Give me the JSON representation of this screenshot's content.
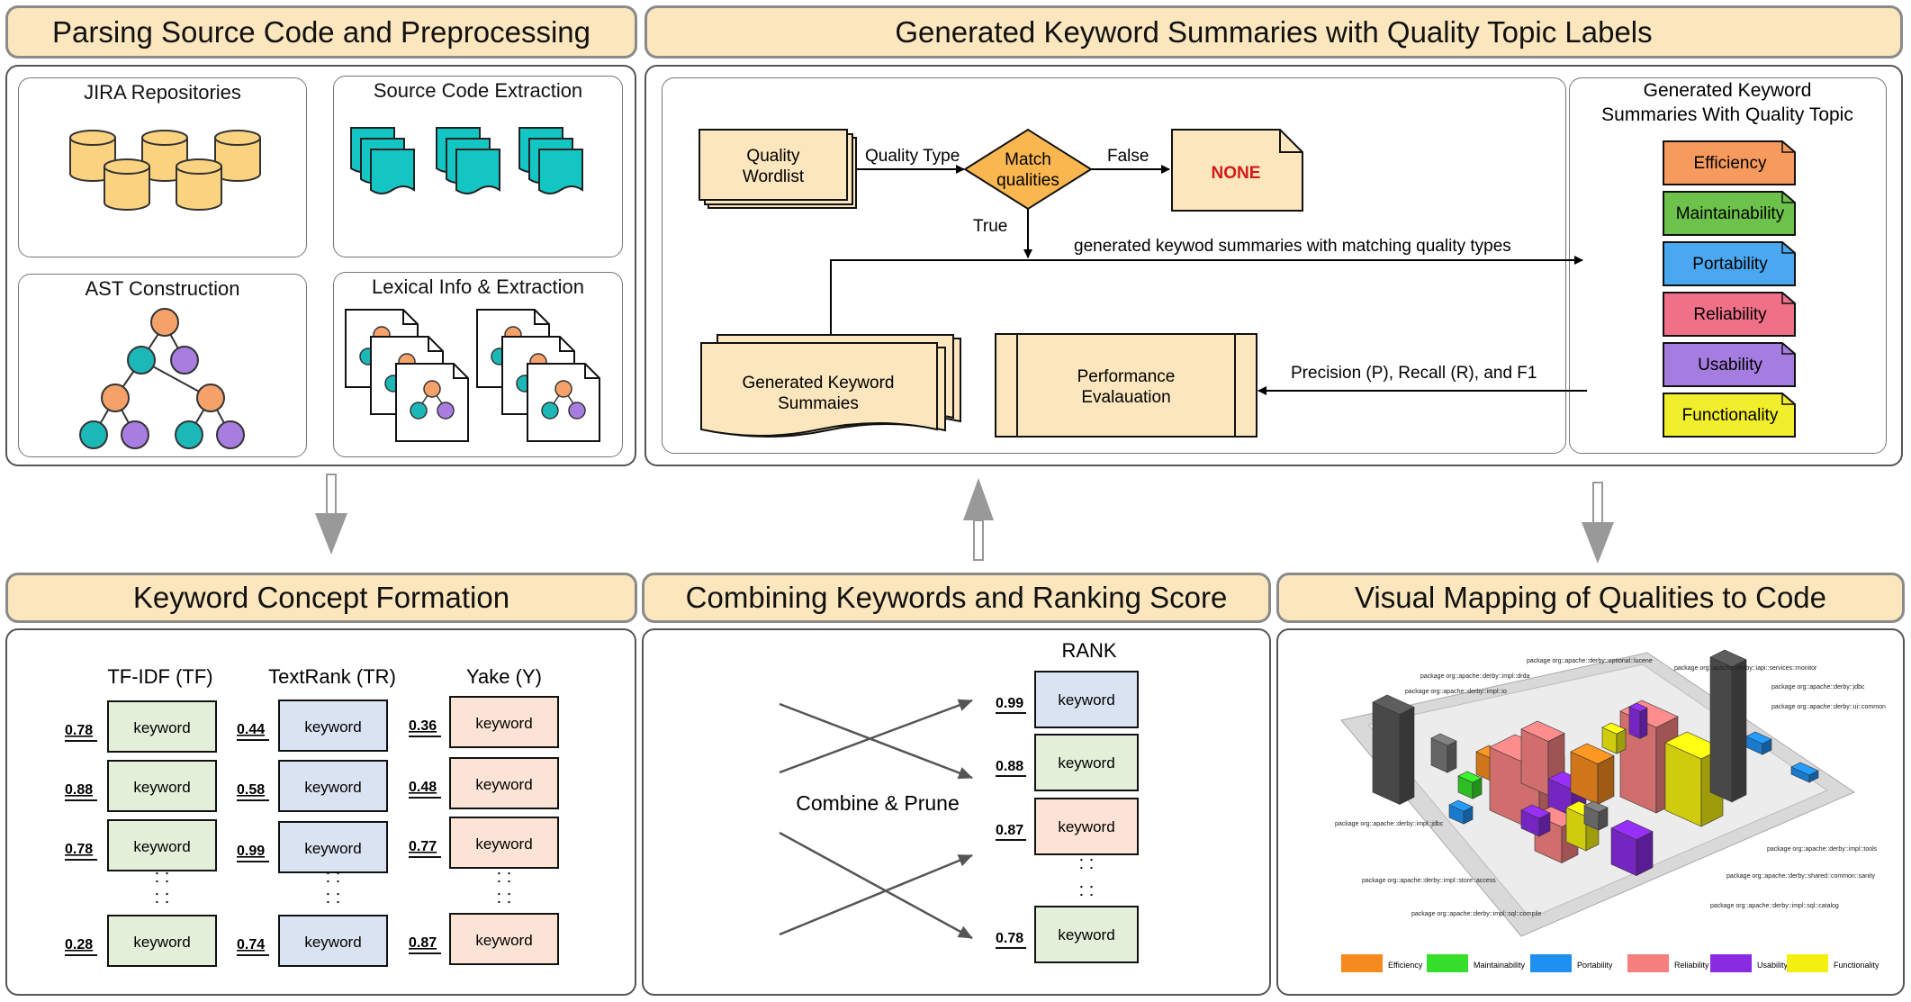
{
  "headers": {
    "parsing": "Parsing Source Code and Preprocessing",
    "generated": "Generated Keyword Summaries with Quality Topic Labels",
    "keyword_formation": "Keyword Concept Formation",
    "combining": "Combining Keywords and Ranking Score",
    "visual_mapping": "Visual Mapping of Qualities to Code"
  },
  "parsing": {
    "jira": "JIRA Repositories",
    "source_extraction": "Source Code Extraction",
    "ast": "AST Construction",
    "lexical": "Lexical Info & Extraction"
  },
  "flow": {
    "wordlist": [
      "Quality",
      "Wordlist"
    ],
    "quality_type": "Quality Type",
    "match": [
      "Match",
      "qualities"
    ],
    "false_label": "False",
    "true_label": "True",
    "none": "NONE",
    "matching_arrow": "generated keywod summaries with matching quality types",
    "summaries": [
      "Generated Keyword",
      "Summaies"
    ],
    "performance": [
      "Performance",
      "Evalauation"
    ],
    "metrics": "Precision (P), Recall (R), and  F1",
    "topics_title": [
      "Generated Keyword",
      "Summaries With Quality Topic"
    ],
    "topics": [
      {
        "label": "Efficiency",
        "color": "#f79a5e"
      },
      {
        "label": "Maintainability",
        "color": "#6dc24b"
      },
      {
        "label": "Portability",
        "color": "#4aa8f0"
      },
      {
        "label": "Reliability",
        "color": "#f07088"
      },
      {
        "label": "Usability",
        "color": "#a57de0"
      },
      {
        "label": "Functionality",
        "color": "#f1ee2c"
      }
    ]
  },
  "keywords": {
    "columns": [
      {
        "title": "TF-IDF (TF)",
        "color": "#e3efd9",
        "scores": [
          "0.78",
          "0.88",
          "0.78",
          "0.28"
        ]
      },
      {
        "title": "TextRank (TR)",
        "color": "#dae3f2",
        "scores": [
          "0.44",
          "0.58",
          "0.99",
          "0.74"
        ]
      },
      {
        "title": "Yake (Y)",
        "color": "#fbe4d6",
        "scores": [
          "0.36",
          "0.48",
          "0.77",
          "0.87"
        ]
      }
    ],
    "keyword_label": "keyword",
    "ellipsis": ": :"
  },
  "combining": {
    "label": "Combine & Prune",
    "rank_title": "RANK",
    "ranked": [
      {
        "score": "0.99",
        "color": "#dae3f2"
      },
      {
        "score": "0.88",
        "color": "#e3efd9"
      },
      {
        "score": "0.87",
        "color": "#fbe4d6"
      },
      {
        "score": "0.78",
        "color": "#e3efd9"
      }
    ]
  },
  "visual": {
    "packages": [
      "package org::apache::derby::optional::lucene",
      "package org::apache::derby::iapi::services::monitor",
      "package org::apache::derby::impl::drda",
      "package org::apache::derby::impl::io",
      "package org::apache::derby::jdbc",
      "package org::apache::derby::ui::common",
      "package org::apache::derby::impl::jdbc",
      "package org::apache::derby::impl::tools",
      "package org::apache::derby::impl::store::access",
      "package org::apache::derby::shared::common::sanity",
      "package org::apache::derby::impl::sql::compile",
      "package org::apache::derby::impl::sql::catalog"
    ],
    "legend": [
      {
        "label": "Efficiency",
        "color": "#f58a1f"
      },
      {
        "label": "Maintainability",
        "color": "#36e02a"
      },
      {
        "label": "Portability",
        "color": "#1f8ff0"
      },
      {
        "label": "Reliability",
        "color": "#f58080"
      },
      {
        "label": "Usability",
        "color": "#8a2be2"
      },
      {
        "label": "Functionality",
        "color": "#f3f00f"
      }
    ]
  }
}
